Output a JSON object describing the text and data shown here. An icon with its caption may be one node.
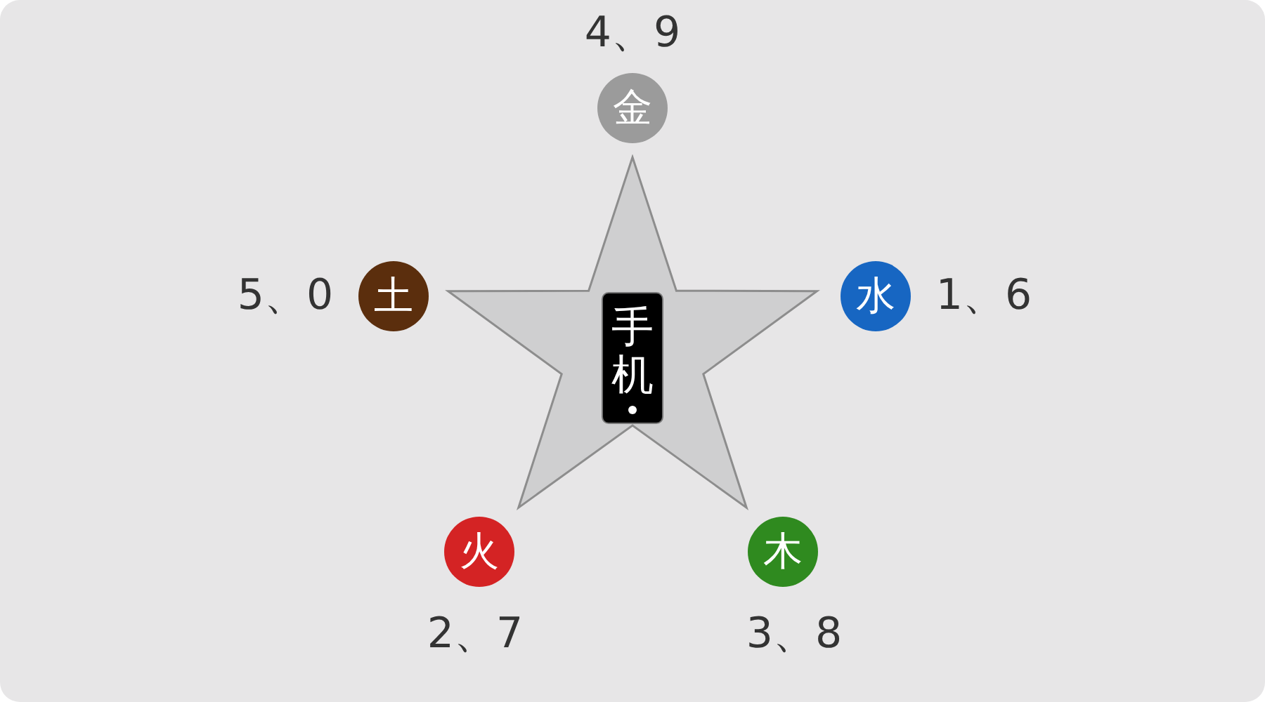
{
  "diagram": {
    "nodes": [
      {
        "text": [],
        "shape": "star"
      },
      {
        "text": [
          "手机"
        ],
        "in": 0
      },
      {
        "text": [
          "金"
        ],
        "beside": [
          "4、9"
        ]
      },
      {
        "text": [
          "土"
        ],
        "beside": [
          "5、0"
        ]
      },
      {
        "text": [
          "水"
        ],
        "beside": [
          "1、6"
        ]
      },
      {
        "text": [
          "火"
        ],
        "beside": [
          "2、7"
        ]
      },
      {
        "text": [
          "木"
        ],
        "beside": [
          "3、8"
        ]
      }
    ]
  }
}
